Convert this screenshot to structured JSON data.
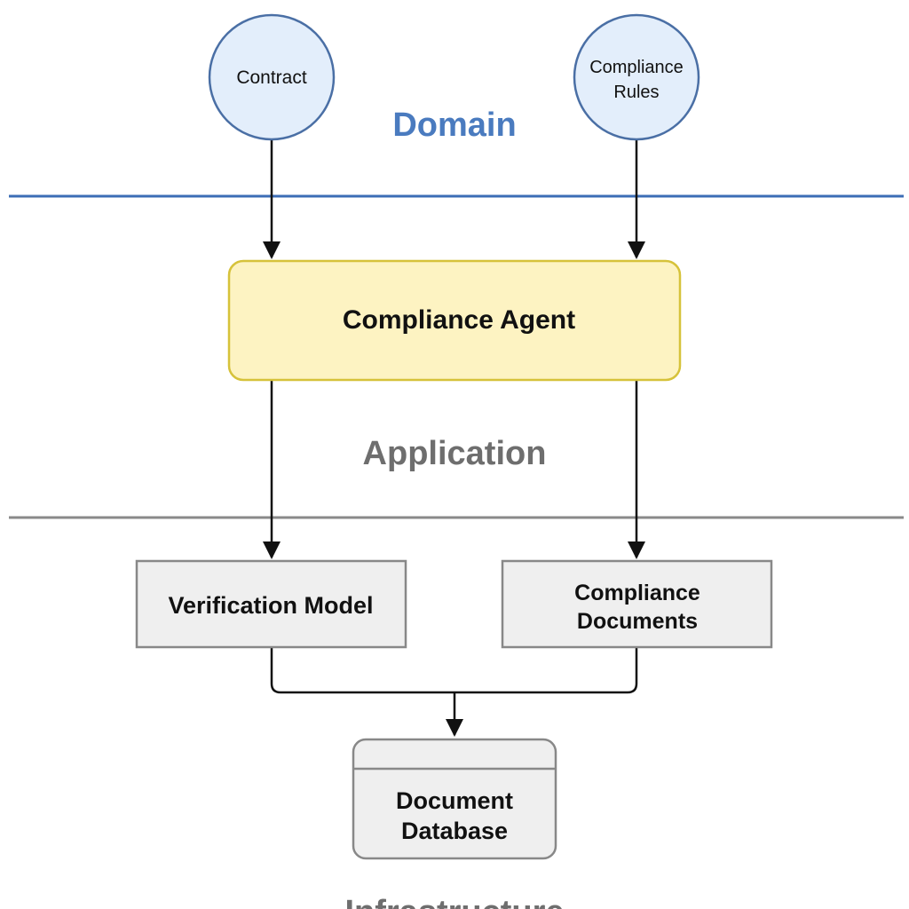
{
  "layers": {
    "domain": {
      "label": "Domain",
      "color": "#4a7bbf"
    },
    "application": {
      "label": "Application",
      "color": "#6e6e6e"
    },
    "infrastructure": {
      "label": "Infrastructure",
      "color": "#6e6e6e"
    }
  },
  "nodes": {
    "contract": {
      "label": "Contract",
      "shape": "circle"
    },
    "compliance_rules": {
      "label_line1": "Compliance",
      "label_line2": "Rules",
      "shape": "circle"
    },
    "compliance_agent": {
      "label": "Compliance Agent",
      "shape": "rounded-rectangle"
    },
    "verification_model": {
      "label": "Verification Model",
      "shape": "rectangle"
    },
    "compliance_documents": {
      "label_line1": "Compliance",
      "label_line2": "Documents",
      "shape": "rectangle"
    },
    "document_database": {
      "label_line1": "Document",
      "label_line2": "Database",
      "shape": "cylinder"
    }
  },
  "edges": [
    {
      "from": "Contract",
      "to": "Compliance Agent"
    },
    {
      "from": "Compliance Rules",
      "to": "Compliance Agent"
    },
    {
      "from": "Compliance Agent",
      "to": "Verification Model"
    },
    {
      "from": "Compliance Agent",
      "to": "Compliance Documents"
    },
    {
      "from": "Verification Model",
      "to": "Document Database"
    },
    {
      "from": "Compliance Documents",
      "to": "Document Database"
    }
  ],
  "colors": {
    "circle_fill": "#e3eefb",
    "circle_stroke": "#4a6fa5",
    "agent_fill": "#fdf3c2",
    "agent_stroke": "#d6c23a",
    "box_fill": "#efefef",
    "box_stroke": "#888888",
    "domain_line": "#3c6db6",
    "application_line": "#8a8a8a",
    "arrow": "#111111"
  }
}
